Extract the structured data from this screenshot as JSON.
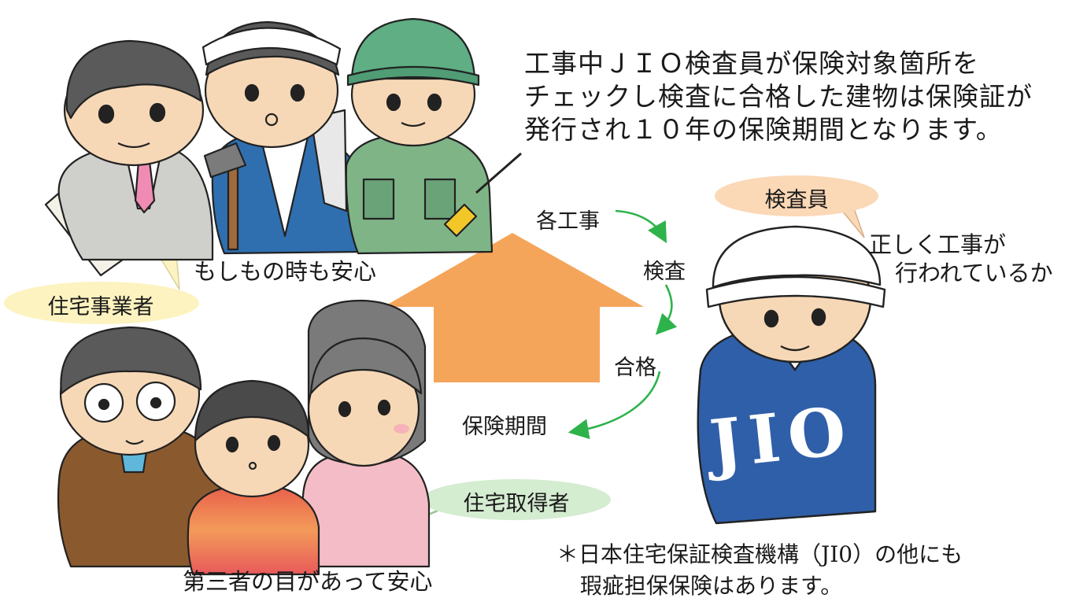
{
  "description": {
    "lines": [
      "工事中ＪＩＯ検査員が保険対象箇所を",
      "チェックし検査に合格した建物は保険証が",
      "発行され１０年の保険期間となります。"
    ]
  },
  "builders": {
    "caption": "もしもの時も安心",
    "badge": "住宅事業者"
  },
  "homeowners": {
    "caption": "第三者の目があって安心",
    "badge": "住宅取得者"
  },
  "inspector": {
    "badge": "検査員",
    "speech_line1": "正しく工事が",
    "speech_line2": "行われているか",
    "vest_text": "JIO"
  },
  "flow": {
    "step1": "各工事",
    "step2": "検査",
    "step3": "合格",
    "step4": "保険期間"
  },
  "footnote": {
    "line1": "＊日本住宅保証検査機構（JI0）の他にも",
    "line2": "瑕疵担保保険はあります。"
  },
  "colors": {
    "arrow": "#f5a55a",
    "flow_arrow": "#2db34a",
    "builders_badge": "#fdf3c0",
    "homeowners_badge": "#d4ecd0",
    "inspector_badge": "#fbd8b6",
    "vest": "#2f5fa8"
  }
}
